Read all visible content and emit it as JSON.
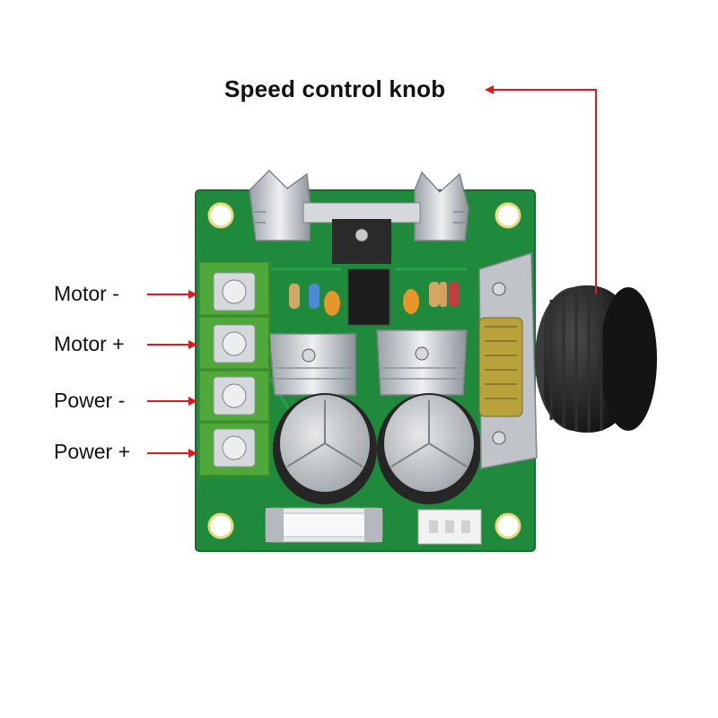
{
  "title": "Speed control knob",
  "terminals": [
    {
      "id": "motor-neg",
      "label": "Motor -"
    },
    {
      "id": "motor-pos",
      "label": "Motor +"
    },
    {
      "id": "power-neg",
      "label": "Power -"
    },
    {
      "id": "power-pos",
      "label": "Power +"
    }
  ],
  "colors": {
    "background": "#ffffff",
    "arrow": "#e01a1a",
    "pcb": "#1f8a3b",
    "terminal_block": "#4fa83a",
    "heatsink": "#c8ccd0",
    "knob": "#1a1a1a",
    "potentiometer": "#b8a23c",
    "capacitor": "#2b2b2b"
  },
  "icons": [
    "pcb-board",
    "screw-terminal",
    "heatsink",
    "potentiometer-knob",
    "electrolytic-capacitor",
    "fuse",
    "connector"
  ]
}
